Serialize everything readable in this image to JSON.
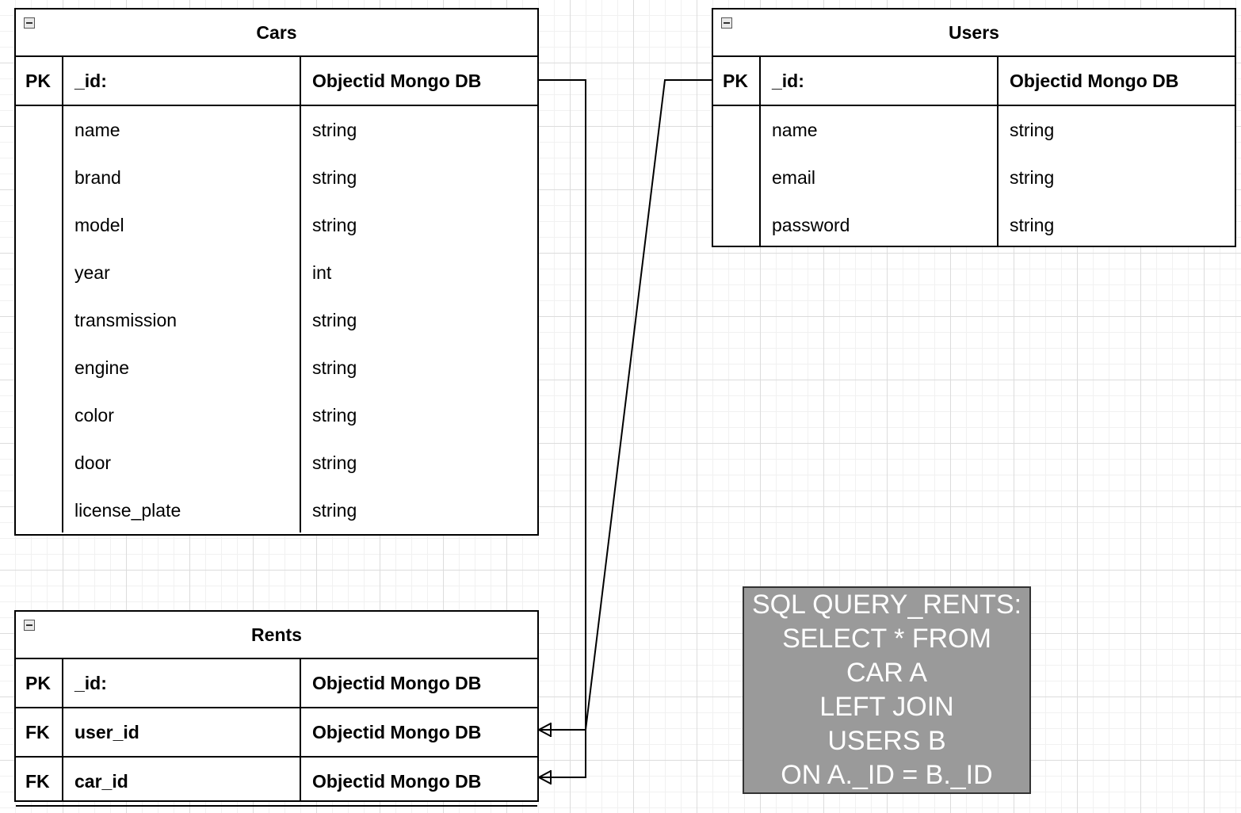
{
  "cars": {
    "title": "Cars",
    "pk": {
      "key": "PK",
      "name": "_id:",
      "type": "Objectid Mongo DB"
    },
    "fields": [
      {
        "name": "name",
        "type": "string"
      },
      {
        "name": "brand",
        "type": "string"
      },
      {
        "name": "model",
        "type": "string"
      },
      {
        "name": "year",
        "type": "int"
      },
      {
        "name": "transmission",
        "type": "string"
      },
      {
        "name": "engine",
        "type": "string"
      },
      {
        "name": "color",
        "type": "string"
      },
      {
        "name": "door",
        "type": "string"
      },
      {
        "name": "license_plate",
        "type": "string"
      }
    ]
  },
  "users": {
    "title": "Users",
    "pk": {
      "key": "PK",
      "name": "_id:",
      "type": "Objectid Mongo DB"
    },
    "fields": [
      {
        "name": "name",
        "type": "string"
      },
      {
        "name": "email",
        "type": "string"
      },
      {
        "name": "password",
        "type": "string"
      }
    ]
  },
  "rents": {
    "title": "Rents",
    "pk": {
      "key": "PK",
      "name": "_id:",
      "type": "Objectid Mongo DB"
    },
    "fks": [
      {
        "key": "FK",
        "name": "user_id",
        "type": "Objectid Mongo DB"
      },
      {
        "key": "FK",
        "name": "car_id",
        "type": "Objectid Mongo DB"
      }
    ]
  },
  "sql_note": {
    "lines": [
      "SQL QUERY_RENTS:",
      "SELECT * FROM",
      "CAR A",
      "LEFT JOIN",
      "USERS B",
      "ON A._ID = B._ID"
    ]
  },
  "colors": {
    "note_background": "#9a9a9a",
    "note_text": "#ffffff",
    "border": "#000000"
  }
}
